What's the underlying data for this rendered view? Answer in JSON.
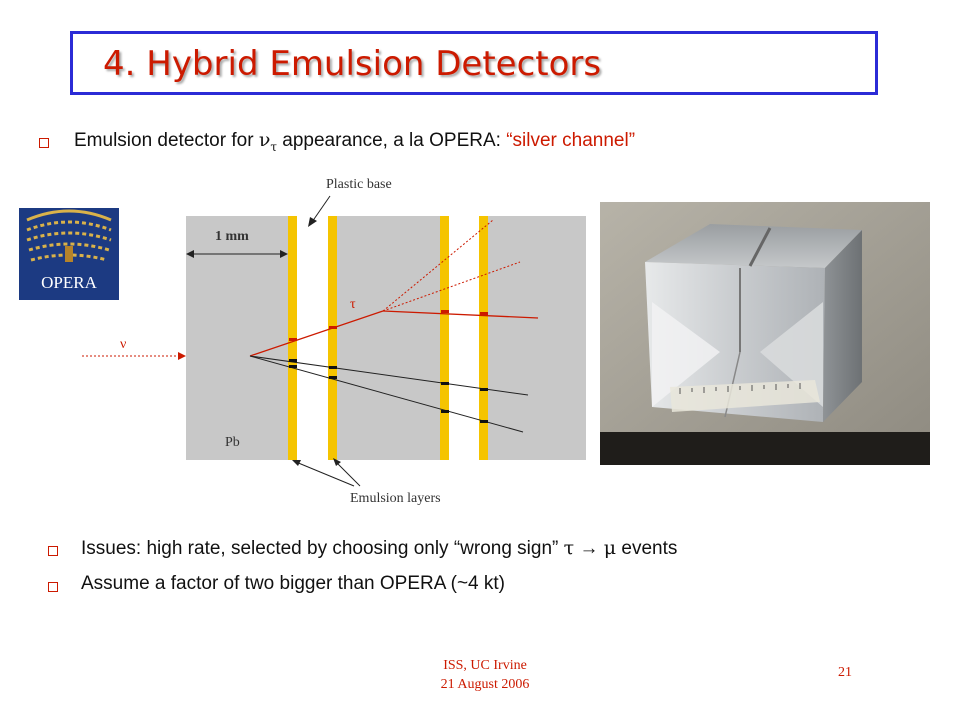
{
  "slide": {
    "title": "4. Hybrid Emulsion Detectors",
    "line1": {
      "before": "Emulsion detector for ",
      "nu": "ν",
      "sub": "τ",
      "after": " appearance, a la OPERA: ",
      "quote": "“silver channel”"
    },
    "line2": {
      "before": "Issues: high rate, selected by choosing only “wrong sign” ",
      "tau": "τ",
      "arrow": " → ",
      "mu": "μ",
      "after": " events"
    },
    "line3": "Assume a factor of two bigger than OPERA (~4 kt)"
  },
  "logo": {
    "text": "OPERA"
  },
  "diagram": {
    "scale_label": "1 mm",
    "plastic_label": "Plastic base",
    "emulsion_label": "Emulsion layers",
    "pb_label": "Pb",
    "nu_label": "ν",
    "tau_label": "τ"
  },
  "colors": {
    "title": "#cc1a00",
    "frame": "#2b2bd6",
    "emulsion": "#f5c400",
    "lead": "#c8c8c8",
    "track": "#cc1a00"
  },
  "footer": {
    "venue": "ISS, UC Irvine",
    "date": "21 August 2006",
    "page": "21"
  }
}
